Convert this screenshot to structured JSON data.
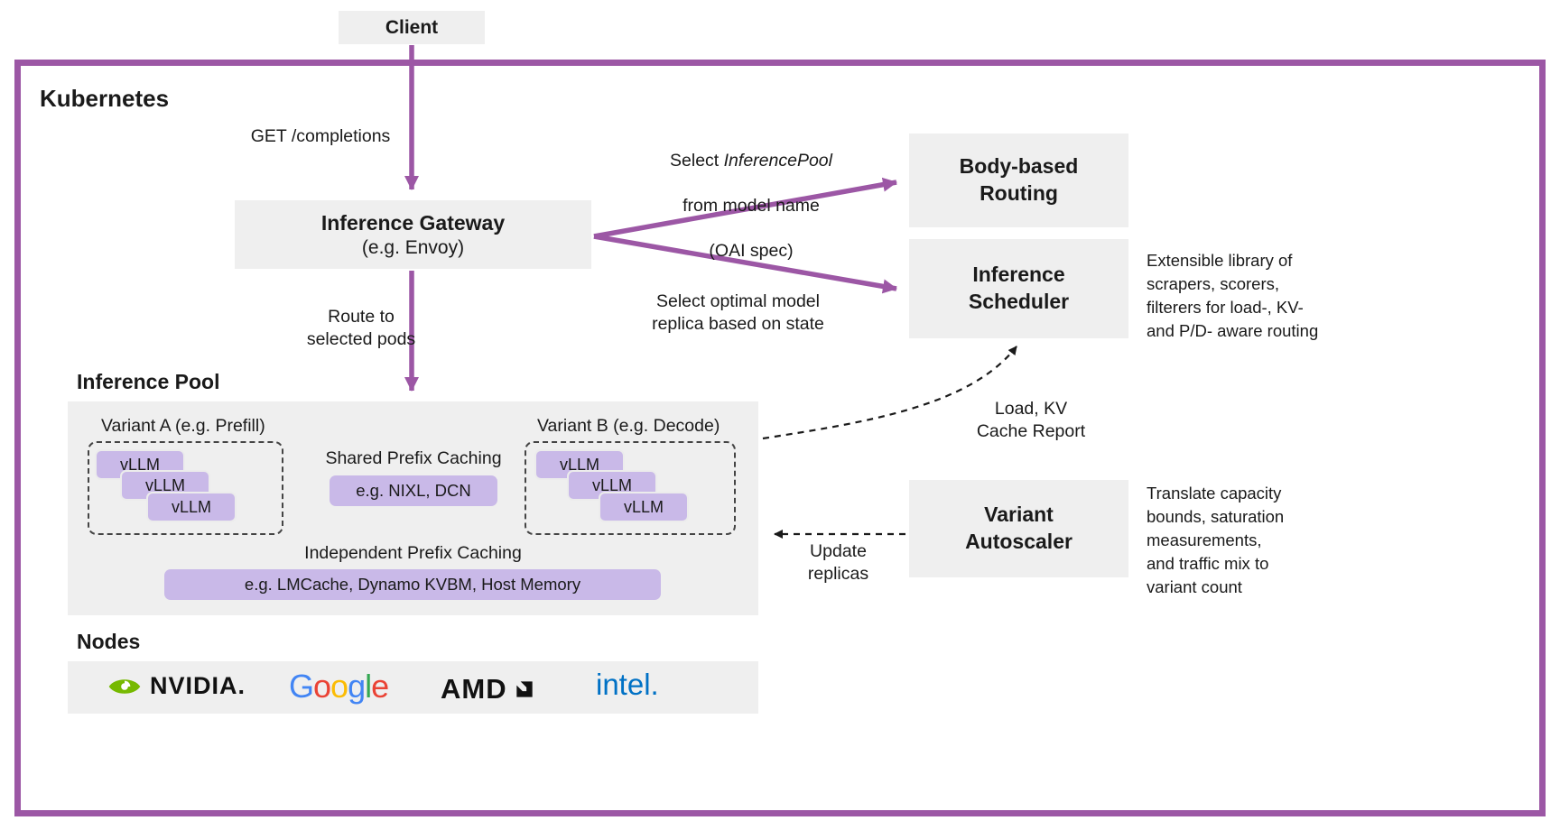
{
  "colors": {
    "purple": "#9c57a5",
    "lavender": "#c9b9e8",
    "gray_box": "#efefef",
    "nvidia_green": "#76b900",
    "google_letter_colors": [
      "#4285F4",
      "#EA4335",
      "#FBBC05",
      "#4285F4",
      "#34A853",
      "#EA4335"
    ],
    "intel_blue": "#0071c5",
    "amd_black": "#111111"
  },
  "client": {
    "label": "Client"
  },
  "kubernetes": {
    "label": "Kubernetes"
  },
  "gateway": {
    "title": "Inference Gateway",
    "subtitle": "(e.g. Envoy)"
  },
  "labels": {
    "get_completions": "GET /completions",
    "select_pool_pre": "Select ",
    "select_pool_italic": "InferencePool",
    "select_pool_line2": "from model name",
    "select_pool_line3": "(OAI spec)",
    "select_optimal": "Select optimal model\nreplica based on state",
    "route_to": "Route to\nselected pods",
    "load_kv": "Load, KV\nCache Report",
    "update_replicas": "Update\nreplicas"
  },
  "body_based_routing": {
    "title": "Body-based\nRouting"
  },
  "inference_scheduler": {
    "title": "Inference\nScheduler",
    "note": "Extensible library of\nscrapers, scorers,\nfilterers for load-, KV-\nand P/D- aware routing"
  },
  "variant_autoscaler": {
    "title": "Variant\nAutoscaler",
    "note": "Translate capacity\nbounds, saturation\nmeasurements,\nand traffic mix to\nvariant count"
  },
  "inference_pool": {
    "label": "Inference Pool",
    "variant_a": {
      "label": "Variant A (e.g. Prefill)",
      "pods": [
        "vLLM",
        "vLLM",
        "vLLM"
      ]
    },
    "variant_b": {
      "label": "Variant B (e.g. Decode)",
      "pods": [
        "vLLM",
        "vLLM",
        "vLLM"
      ]
    },
    "shared_caching": {
      "label": "Shared Prefix Caching",
      "box": "e.g. NIXL, DCN"
    },
    "independent_caching": {
      "label": "Independent Prefix Caching",
      "box": "e.g. LMCache, Dynamo KVBM, Host Memory"
    }
  },
  "nodes": {
    "label": "Nodes",
    "nvidia": {
      "label": "NVIDIA."
    },
    "google": {
      "letters": [
        "G",
        "o",
        "o",
        "g",
        "l",
        "e"
      ]
    },
    "amd": {
      "label": "AMD"
    },
    "intel": {
      "label": "intel."
    }
  }
}
